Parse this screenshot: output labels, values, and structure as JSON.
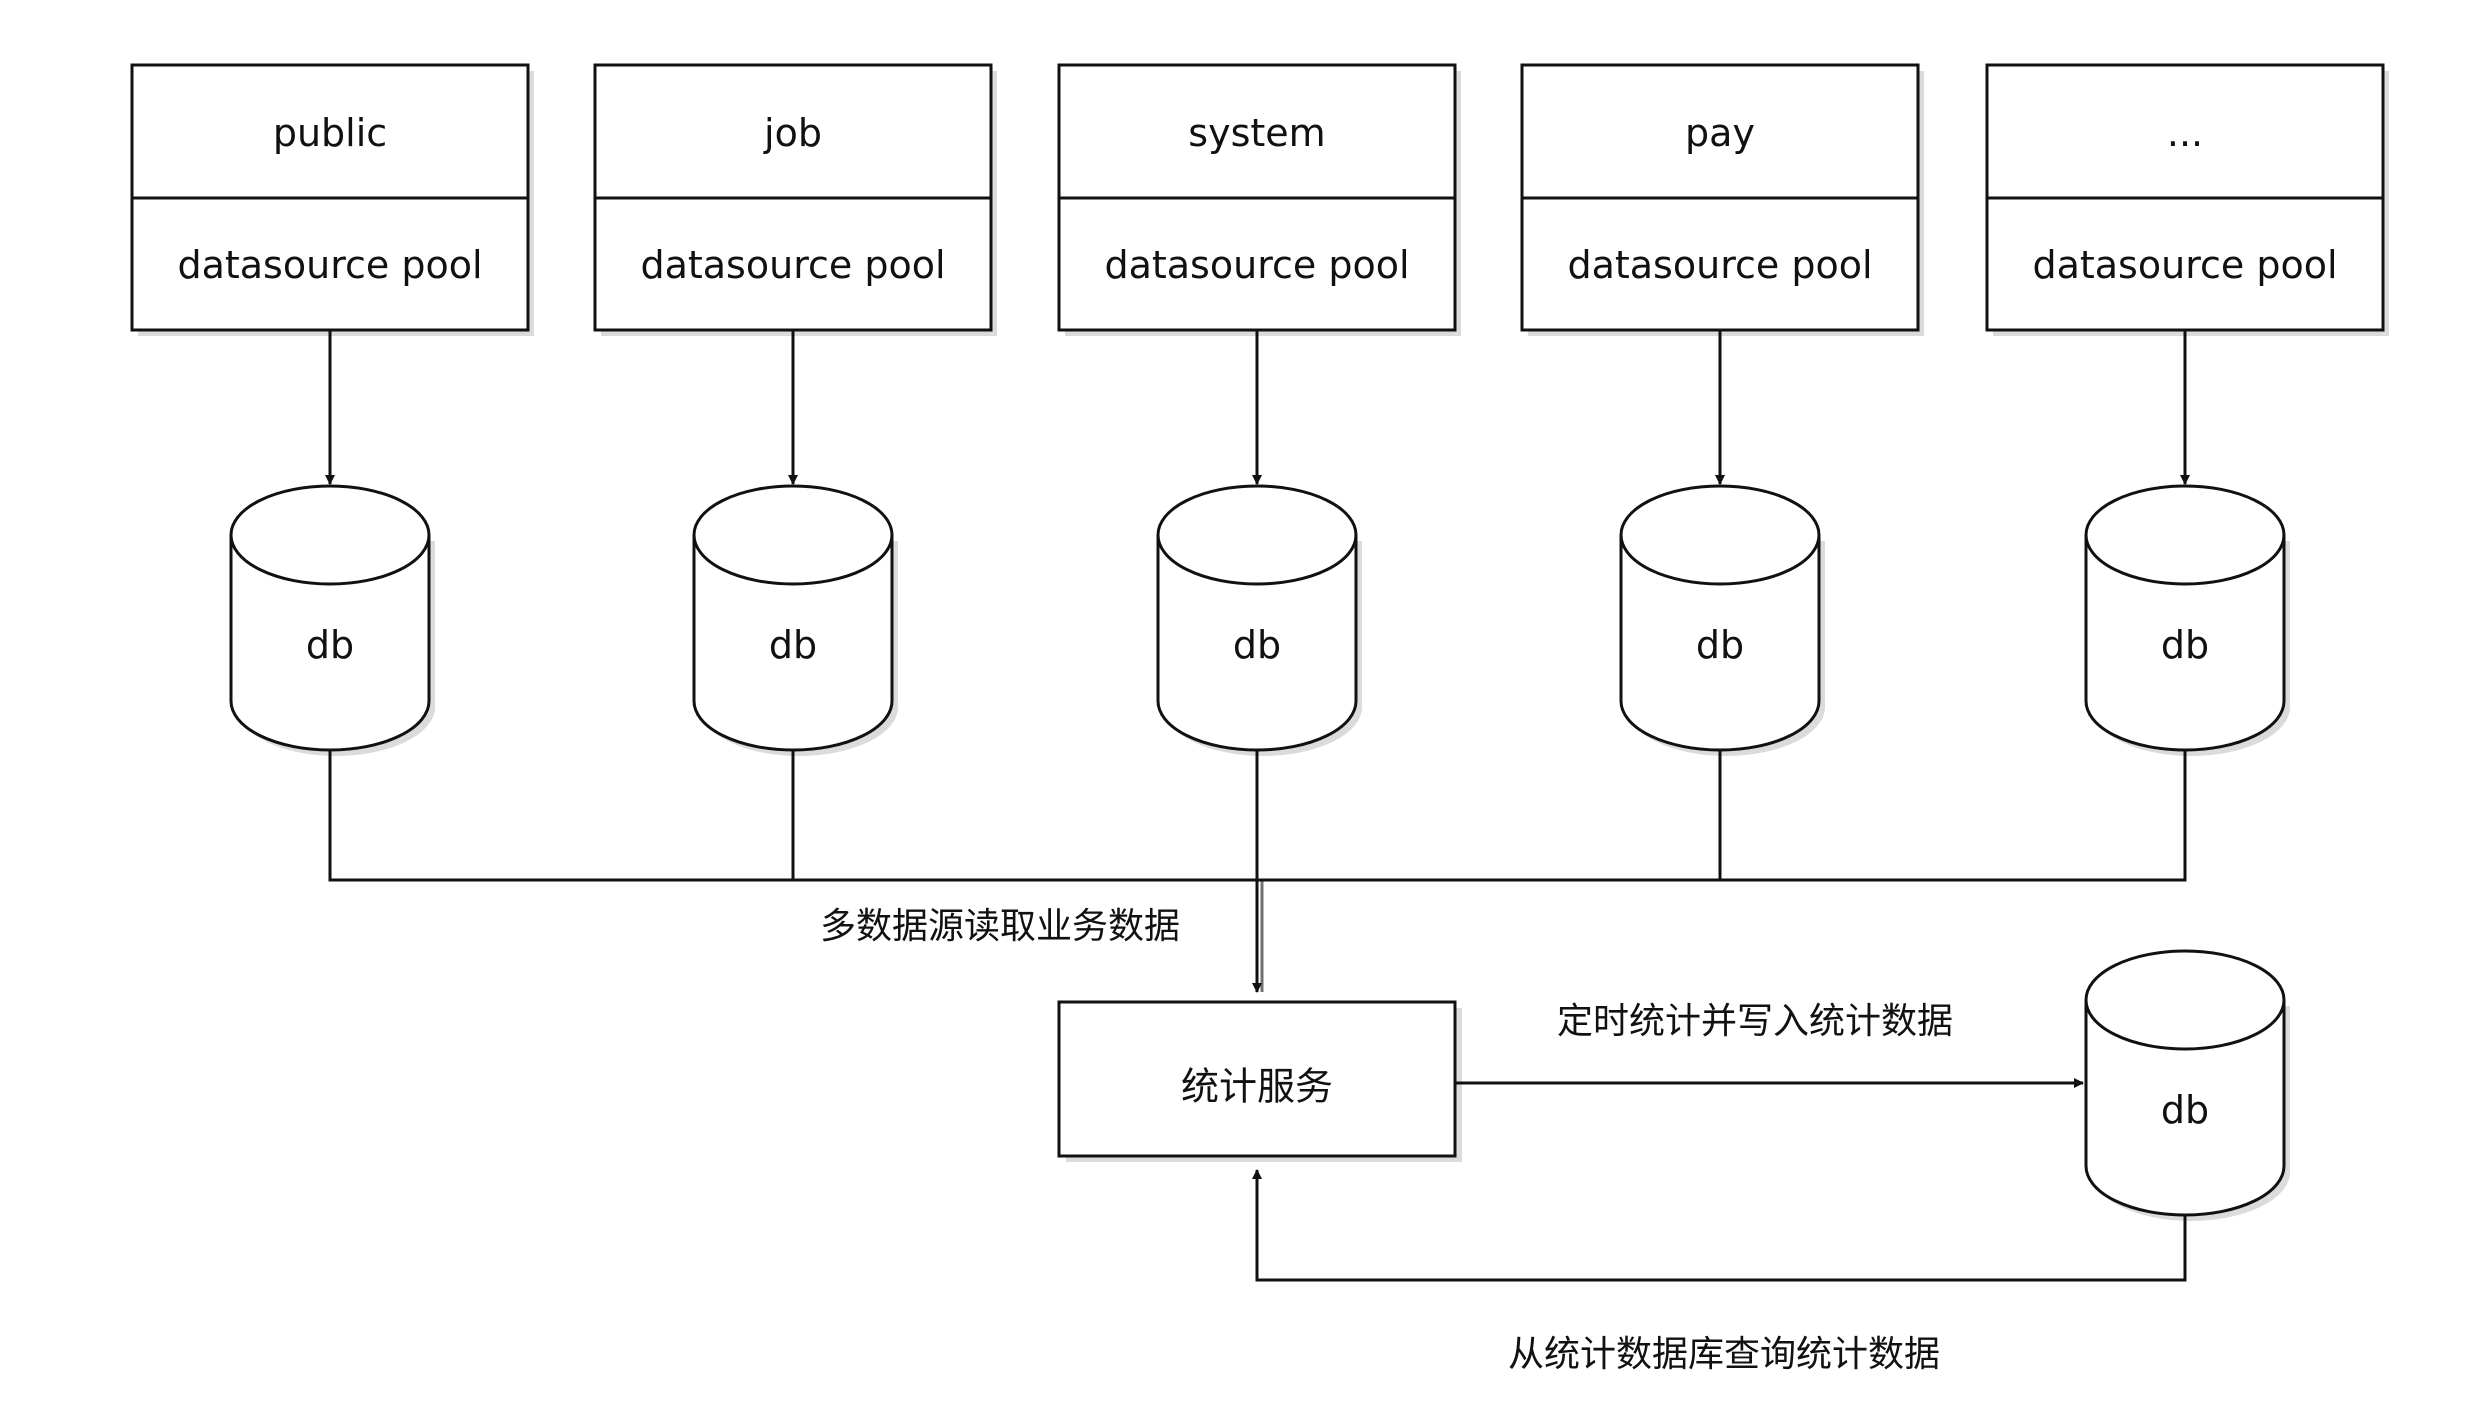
{
  "services": [
    {
      "name": "public",
      "pool": "datasource pool",
      "db": "db"
    },
    {
      "name": "job",
      "pool": "datasource pool",
      "db": "db"
    },
    {
      "name": "system",
      "pool": "datasource pool",
      "db": "db"
    },
    {
      "name": "pay",
      "pool": "datasource pool",
      "db": "db"
    },
    {
      "name": "...",
      "pool": "datasource pool",
      "db": "db"
    }
  ],
  "stats_service": {
    "label": "统计服务"
  },
  "stats_db": {
    "label": "db"
  },
  "edges": {
    "multi_read": "多数据源读取业务数据",
    "write": "定时统计并写入统计数据",
    "query": "从统计数据库查询统计数据"
  }
}
